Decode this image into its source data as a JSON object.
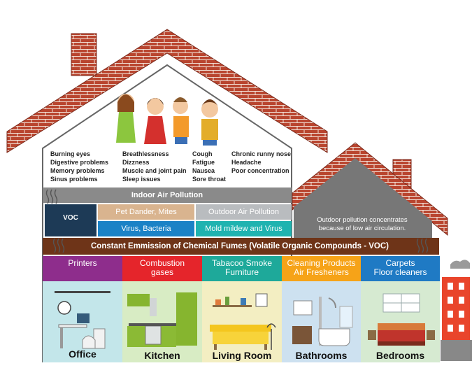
{
  "symptoms": {
    "col1": [
      "Burning eyes",
      "Digestive problems",
      "Memory problems",
      "Sinus problems"
    ],
    "col2": [
      "Breathlessness",
      "Dizzness",
      "Muscle and joint pain",
      "Sleep issues"
    ],
    "col3": [
      "Cough",
      "Fatigue",
      "Nausea",
      "Sore throat"
    ],
    "col4": [
      "Chronic runny nose",
      "Headache",
      "Poor concentration"
    ]
  },
  "pollution": {
    "title": "Indoor Air Pollution",
    "voc": "VOC",
    "pet": "Pet Dander, Mites",
    "outdoor": "Outdoor Air Pollution",
    "virus": "Virus, Bacteria",
    "mold": "Mold mildew and Virus"
  },
  "outdoor_note": [
    "Outdoor pollution concentrates",
    "because of low air circulation."
  ],
  "emission": "Constant Emmission of Chemical Fumes (Volatile Organic Compounds  - VOC)",
  "sources": [
    {
      "lines": [
        "Printers"
      ],
      "color": "#8e2d8c"
    },
    {
      "lines": [
        "Combustion",
        "gases"
      ],
      "color": "#e5252b"
    },
    {
      "lines": [
        "Tabacoo Smoke",
        "Furniture"
      ],
      "color": "#1ea99a"
    },
    {
      "lines": [
        "Cleaning Products",
        "Air Fresheners"
      ],
      "color": "#f6a318"
    },
    {
      "lines": [
        "Carpets",
        "Floor cleaners"
      ],
      "color": "#1f7ac4"
    }
  ],
  "rooms": [
    "Office",
    "Kitchen",
    "Living Room",
    "Bathrooms",
    "Bedrooms"
  ],
  "colors": {
    "brick": "#b9452f",
    "roof_gray": "#777777",
    "voc_navy": "#1d3a56",
    "pet_tan": "#d9b48f",
    "outdoor_gray": "#b9bcbf",
    "virus_blue": "#1b82c6",
    "mold_teal": "#1fb3b0",
    "emission_brown": "#6e3418",
    "title_gray": "#8a8a8a"
  }
}
